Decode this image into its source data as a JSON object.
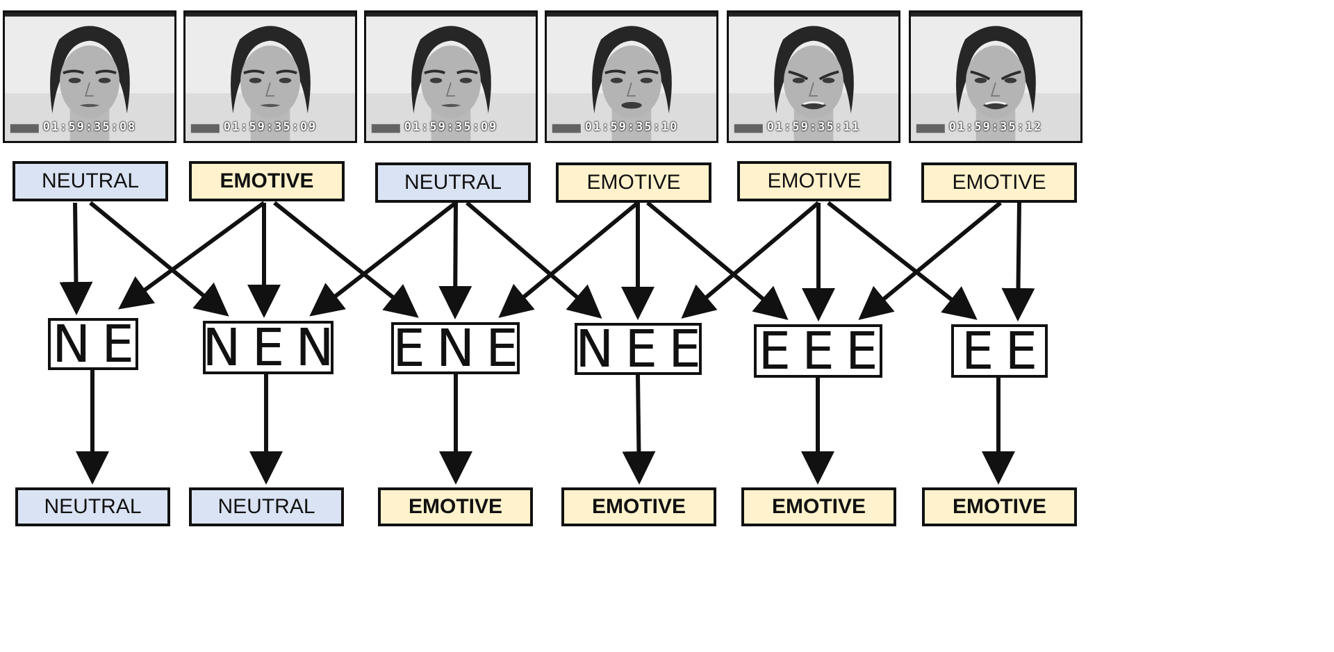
{
  "frames": [
    {
      "timecode": "01:59:35:08",
      "mini_timecode": "01:59:35:08",
      "expression": "neutral"
    },
    {
      "timecode": "01:59:35:09",
      "mini_timecode": "01:59:35:09",
      "expression": "neutral"
    },
    {
      "timecode": "01:59:35:09",
      "mini_timecode": "01:59:35:09",
      "expression": "neutral"
    },
    {
      "timecode": "01:59:35:10",
      "mini_timecode": "01:59:35:10",
      "expression": "slight"
    },
    {
      "timecode": "01:59:35:11",
      "mini_timecode": "01:59:35:11",
      "expression": "angry"
    },
    {
      "timecode": "01:59:35:12",
      "mini_timecode": "01:59:35:12",
      "expression": "angry"
    }
  ],
  "input_labels": [
    {
      "text": "NEUTRAL",
      "kind": "neutral",
      "bold": false
    },
    {
      "text": "EMOTIVE",
      "kind": "emotive",
      "bold": true
    },
    {
      "text": "NEUTRAL",
      "kind": "neutral",
      "bold": false
    },
    {
      "text": "EMOTIVE",
      "kind": "emotive",
      "bold": false
    },
    {
      "text": "EMOTIVE",
      "kind": "emotive",
      "bold": false
    },
    {
      "text": "EMOTIVE",
      "kind": "emotive",
      "bold": false
    }
  ],
  "sequences": [
    "NE",
    "NEN",
    "ENE",
    "NEE",
    "EEE",
    "EE"
  ],
  "output_labels": [
    {
      "text": "NEUTRAL",
      "kind": "neutral",
      "bold": false
    },
    {
      "text": "NEUTRAL",
      "kind": "neutral",
      "bold": false
    },
    {
      "text": "EMOTIVE",
      "kind": "emotive",
      "bold": true
    },
    {
      "text": "EMOTIVE",
      "kind": "emotive",
      "bold": true
    },
    {
      "text": "EMOTIVE",
      "kind": "emotive",
      "bold": true
    },
    {
      "text": "EMOTIVE",
      "kind": "emotive",
      "bold": true
    }
  ],
  "colors": {
    "neutral_fill": "#dae3f3",
    "emotive_fill": "#fff2cc",
    "stroke": "#111111"
  }
}
